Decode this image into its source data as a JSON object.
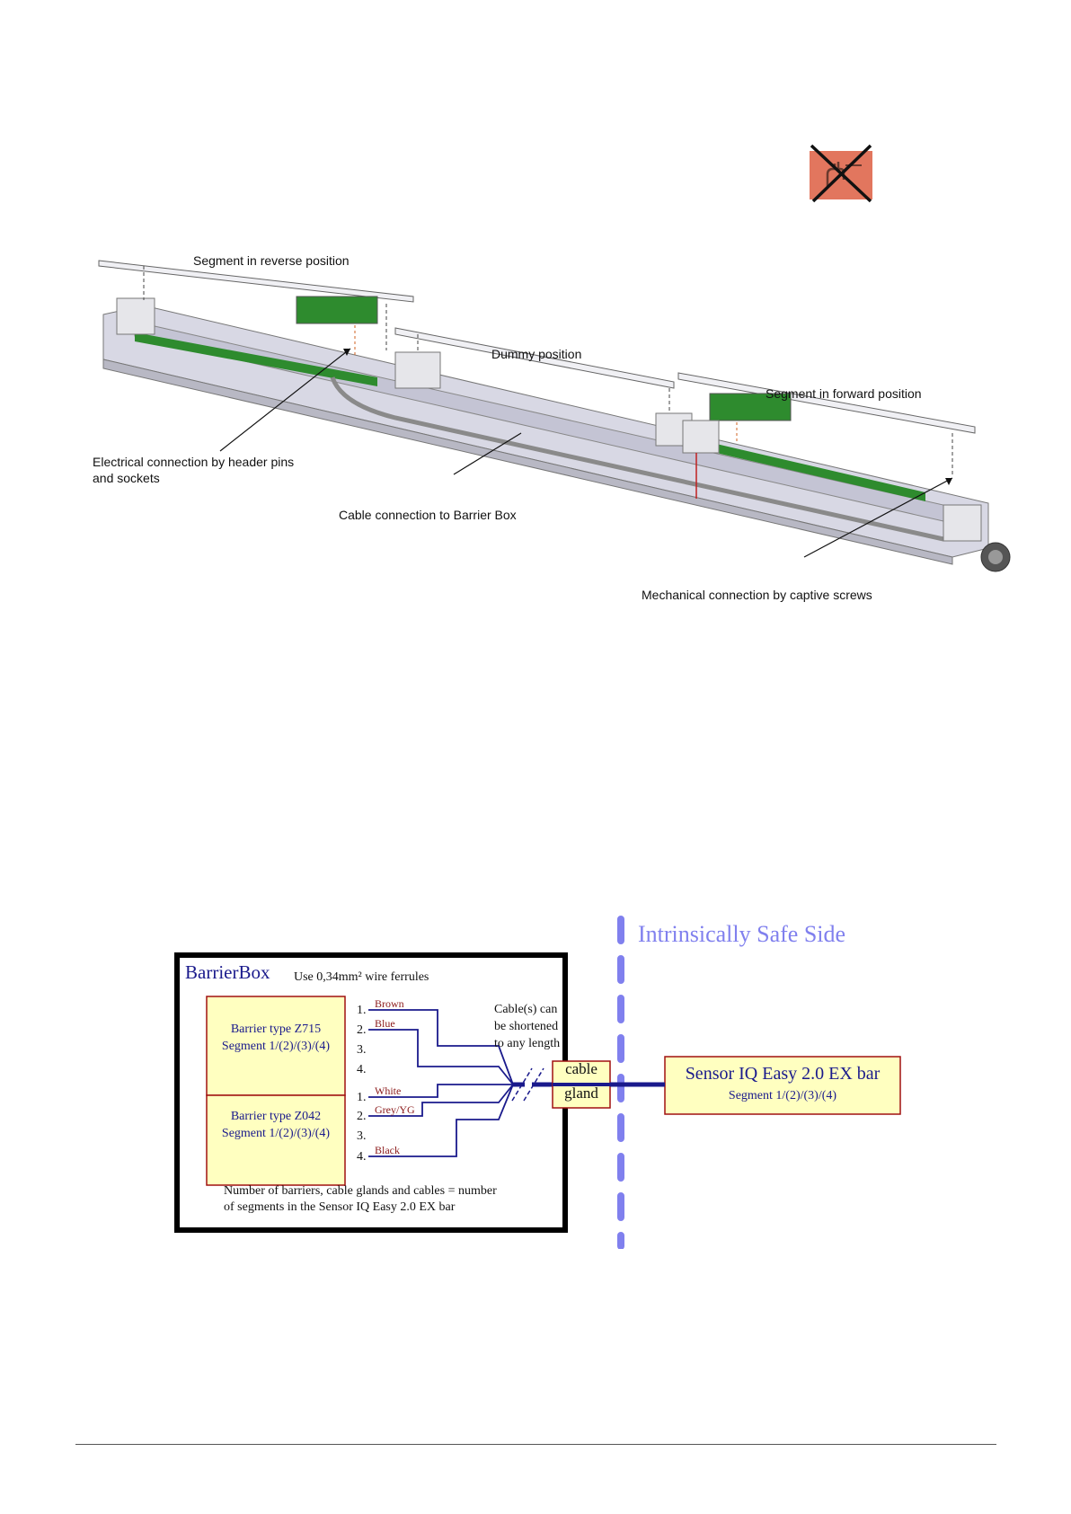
{
  "warning_icon": {
    "icon": "no-touch-prohibited-icon",
    "bg_color": "#e2765e"
  },
  "assembly_figure": {
    "segment_reverse": "Segment in reverse position",
    "dummy_position": "Dummy position",
    "segment_forward": "Segment in forward position",
    "electrical_line1": "Electrical connection by header pins",
    "electrical_line2": "and sockets",
    "cable_connection": "Cable connection to Barrier Box",
    "mechanical_connection": "Mechanical connection by captive screws"
  },
  "wiring_diagram": {
    "safe_side_title": "Intrinsically Safe Side",
    "barrierbox_title": "BarrierBox",
    "ferrule_note": "Use 0,34mm² wire ferrules",
    "barrier1_line1": "Barrier type Z715",
    "barrier1_line2": "Segment 1/(2)/(3)/(4)",
    "barrier2_line1": "Barrier type Z042",
    "barrier2_line2": "Segment 1/(2)/(3)/(4)",
    "terminals": [
      "1.",
      "2.",
      "3.",
      "4.",
      "1.",
      "2.",
      "3.",
      "4."
    ],
    "wire_labels": [
      "Brown",
      "Blue",
      "White",
      "Grey/YG",
      "Black"
    ],
    "cable_note": [
      "Cable(s) can",
      "be shortened",
      "to any length"
    ],
    "gland_line1": "cable",
    "gland_line2": "gland",
    "sensor_title": "Sensor IQ Easy 2.0 EX bar",
    "sensor_sub": "Segment 1/(2)/(3)/(4)",
    "footnote_line1": "Number of barriers, cable glands and cables = number",
    "footnote_line2": "of segments in the Sensor IQ Easy 2.0 EX bar",
    "colors": {
      "navy": "#1a1a8c",
      "barrier_fill": "#ffffc0",
      "barrier_border": "#a01010",
      "safe_blue": "#8080ee",
      "wire_label": "#8b1a1a"
    }
  }
}
